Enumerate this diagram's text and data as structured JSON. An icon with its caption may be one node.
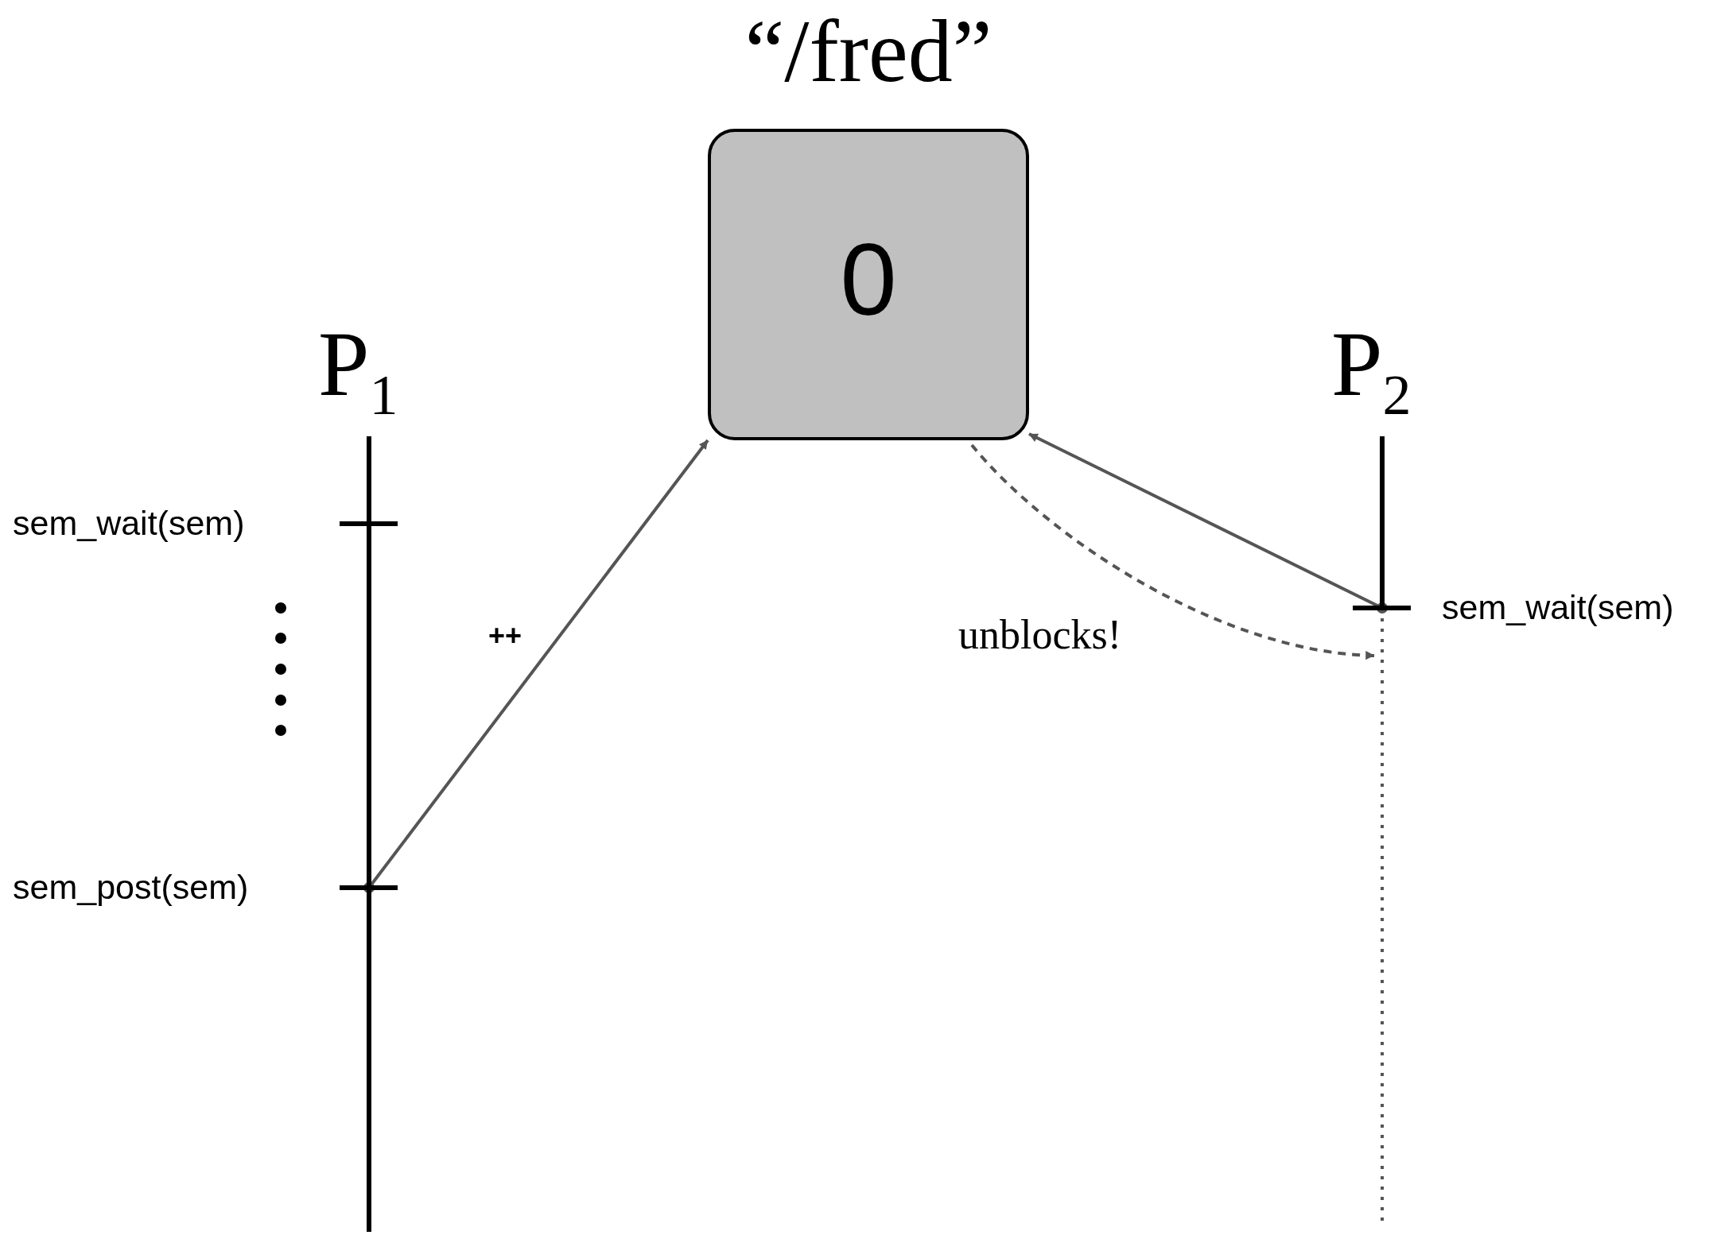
{
  "diagram": {
    "nodes": [
      {
        "text": [
          "“/fred”",
          "0"
        ]
      },
      {
        "text": [
          "P$_{1}$"
        ],
        "beside": [
          "sem_wait(sem)",
          "sem_post(sem)"
        ]
      },
      {
        "text": [
          "P$_{2}$"
        ],
        "beside": [
          "sem_wait(sem)"
        ]
      }
    ],
    "edges": [
      {
        "from": 1,
        "to": 0,
        "arrow": "to",
        "label": "++"
      },
      {
        "from": 2,
        "to": 0,
        "arrow": "to"
      },
      {
        "from": 0,
        "to": 2,
        "arrow": "to",
        "label": "unblocks!",
        "style": "dashed"
      }
    ]
  }
}
